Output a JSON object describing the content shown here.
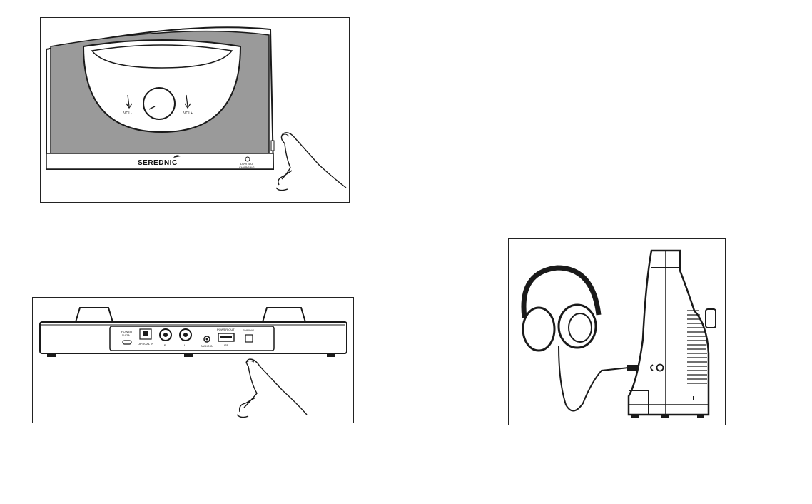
{
  "front_panel": {
    "brand": "SEREDNIC",
    "vol_minus": "VOL-",
    "vol_plus": "VOL+",
    "indicator_line1": "LOW BAT",
    "indicator_line2": "CHARGING"
  },
  "back_panel": {
    "power_line1": "POWER",
    "power_line2": "5V 2A",
    "optical": "OPTICAL IN",
    "rca_right": "R",
    "rca_left": "L",
    "audio_in": "AUDIO IN",
    "power_out_line1": "POWER OUT",
    "power_out_line2": "USB",
    "pairing": "PAIRING"
  },
  "colors": {
    "line": "#1a1a1a",
    "speaker_grille": "#9a9a9a",
    "background": "#ffffff"
  }
}
